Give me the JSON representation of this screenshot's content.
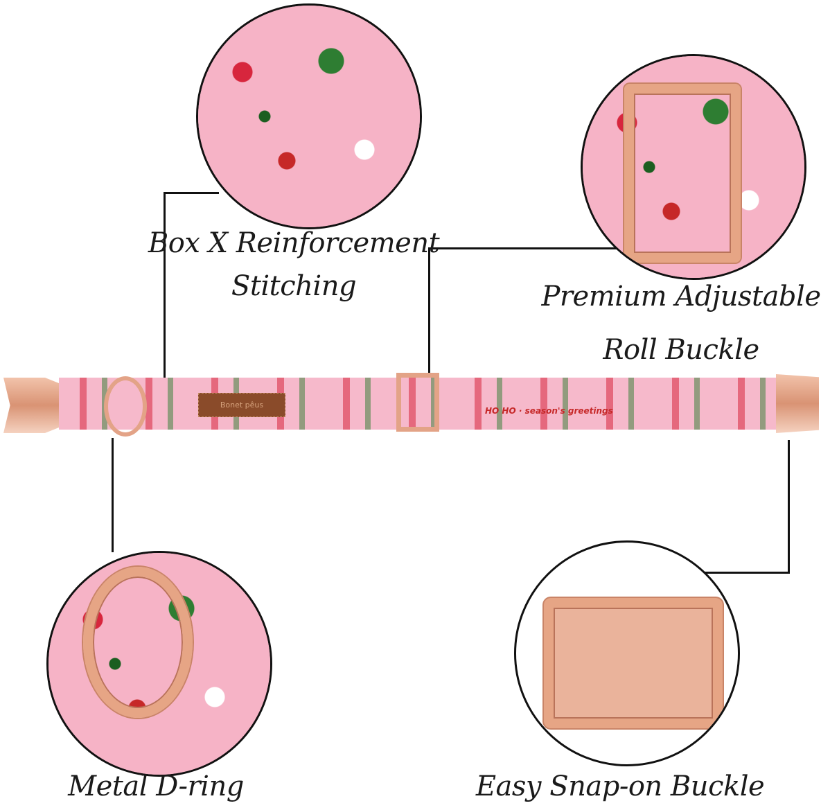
{
  "features": {
    "stitching": {
      "line1": "Box X Reinforcement",
      "line2": "Stitching"
    },
    "roll_buckle": {
      "line1": "Premium Adjustable",
      "line2": "Roll Buckle"
    },
    "d_ring": {
      "label": "Metal D-ring"
    },
    "snap_buckle": {
      "label": "Easy Snap-on Buckle"
    }
  },
  "collar": {
    "brand_tag": "Bonet pêus",
    "pattern_text": "HO HO · season's greetings"
  },
  "colors": {
    "collar_pink": "#f6b9cb",
    "hardware_rose_gold": "#e3a387",
    "text": "#1a1a1a"
  }
}
